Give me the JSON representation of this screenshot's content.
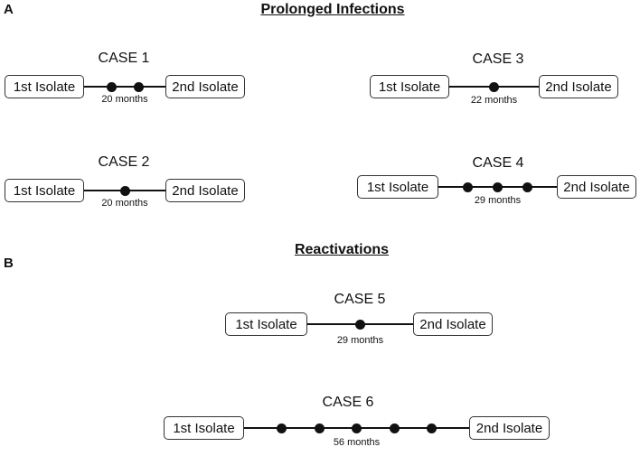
{
  "panel_a": {
    "label": "A",
    "title": "Prolonged Infections",
    "cases": [
      {
        "title": "CASE 1",
        "first": "1st Isolate",
        "second": "2nd Isolate",
        "duration": "20 months",
        "dots": 2
      },
      {
        "title": "CASE 3",
        "first": "1st Isolate",
        "second": "2nd Isolate",
        "duration": "22 months",
        "dots": 1
      },
      {
        "title": "CASE 2",
        "first": "1st Isolate",
        "second": "2nd Isolate",
        "duration": "20 months",
        "dots": 1
      },
      {
        "title": "CASE 4",
        "first": "1st Isolate",
        "second": "2nd Isolate",
        "duration": "29 months",
        "dots": 3
      }
    ]
  },
  "panel_b": {
    "label": "B",
    "title": "Reactivations",
    "cases": [
      {
        "title": "CASE 5",
        "first": "1st Isolate",
        "second": "2nd Isolate",
        "duration": "29 months",
        "dots": 1
      },
      {
        "title": "CASE 6",
        "first": "1st Isolate",
        "second": "2nd Isolate",
        "duration": "56 months",
        "dots": 5
      }
    ]
  }
}
